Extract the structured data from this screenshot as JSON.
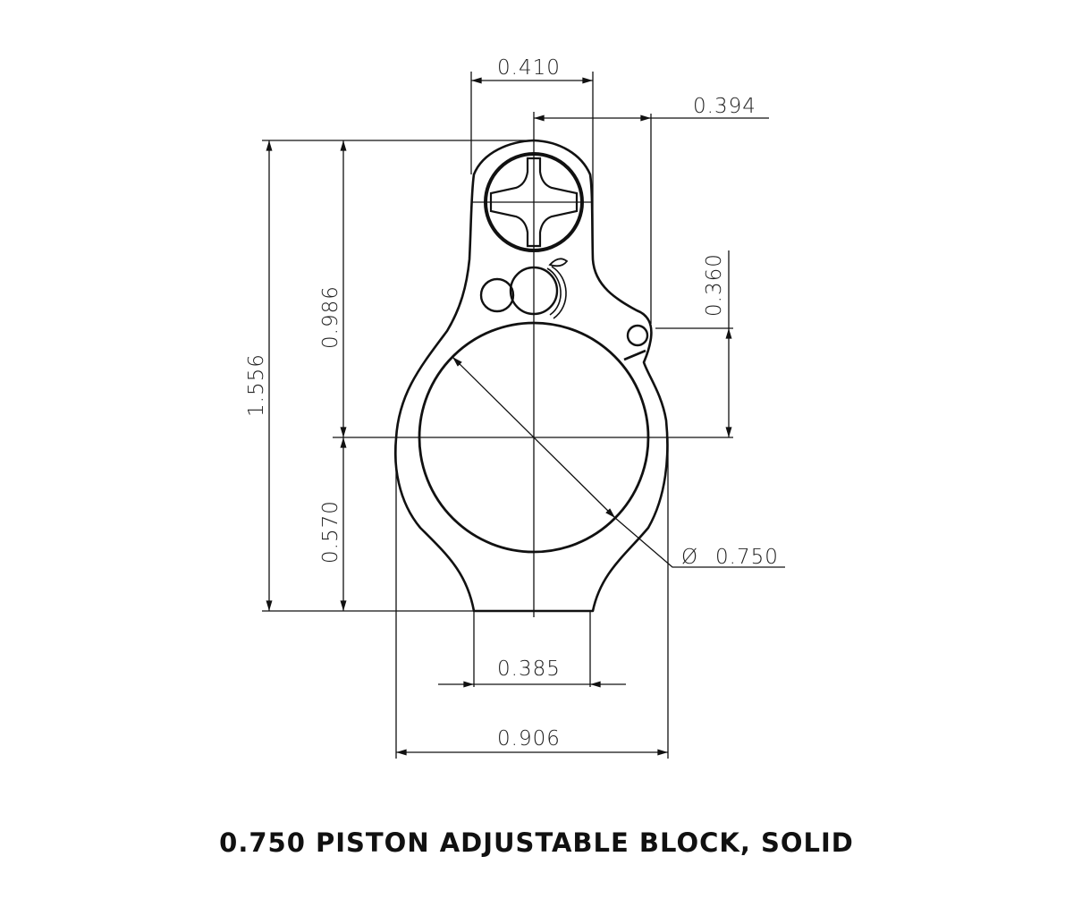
{
  "drawing": {
    "title": "0.750 PISTON ADJUSTABLE BLOCK, SOLID",
    "line_color": "#111111",
    "background": "#ffffff",
    "dimensions": {
      "top_width": "0.410",
      "offset_right": "0.394",
      "overall_height": "1.556",
      "upper_height": "0.986",
      "lower_height": "0.570",
      "pin_height": "0.360",
      "bore_diameter_symbol": "Ø",
      "bore_diameter": "0.750",
      "bottom_flat_width": "0.385",
      "overall_width": "0.906"
    }
  }
}
